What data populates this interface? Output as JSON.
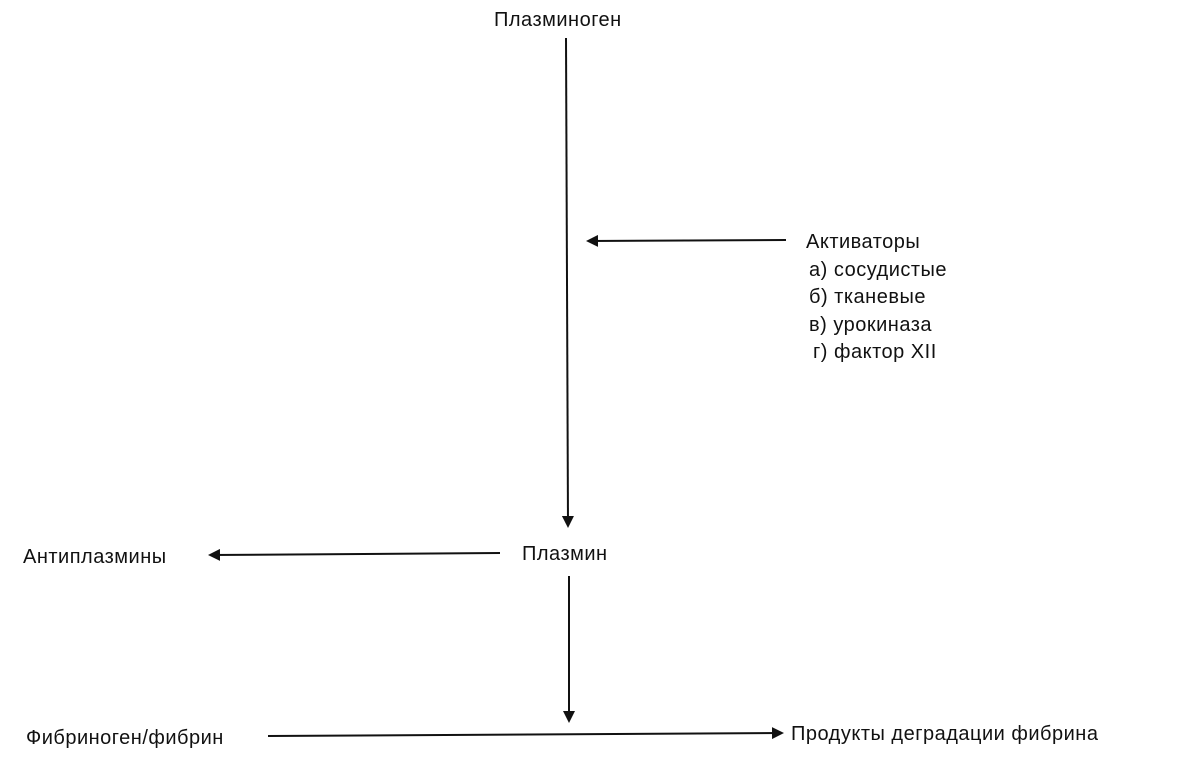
{
  "nodes": {
    "plasminogen": "Плазминоген",
    "plasmin": "Плазмин",
    "antiplasmins": "Антиплазмины",
    "fibrinogen_fibrin": "Фибриноген/фибрин",
    "degradation_products": "Продукты деградации фибрина"
  },
  "activators": {
    "title": "Активаторы",
    "items": [
      "а) сосудистые",
      "б) тканевые",
      "в) урокиназа",
      "г) фактор XII"
    ]
  },
  "colors": {
    "ink": "#111111",
    "background": "#ffffff"
  }
}
